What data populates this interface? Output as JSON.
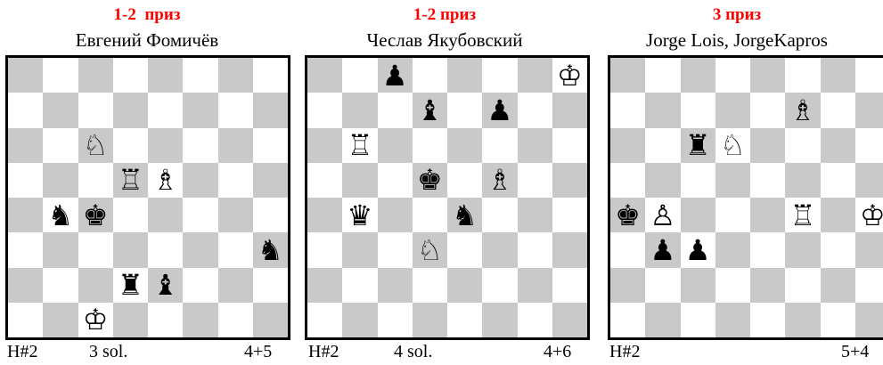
{
  "colors": {
    "prize": "#ff0000",
    "dark_square": "#c9c9c9",
    "light_square": "#ffffff",
    "border": "#000000"
  },
  "problems": [
    {
      "prize": "1-2  приз",
      "author": "Евгений Фомичёв",
      "stipulation": "H#2",
      "solutions": "3  sol.",
      "material": "4+5",
      "pieces": [
        {
          "sq": "c6",
          "glyph": "♘",
          "icon": "white-knight-icon"
        },
        {
          "sq": "d5",
          "glyph": "♖",
          "icon": "white-rook-icon"
        },
        {
          "sq": "e5",
          "glyph": "♗",
          "icon": "white-bishop-icon"
        },
        {
          "sq": "b4",
          "glyph": "♞",
          "icon": "black-knight-icon"
        },
        {
          "sq": "c4",
          "glyph": "♚",
          "icon": "black-king-icon"
        },
        {
          "sq": "h3",
          "glyph": "♞",
          "icon": "black-knight-icon"
        },
        {
          "sq": "d2",
          "glyph": "♜",
          "icon": "black-rook-icon"
        },
        {
          "sq": "e2",
          "glyph": "♝",
          "icon": "black-bishop-icon"
        },
        {
          "sq": "c1",
          "glyph": "♔",
          "icon": "white-king-icon"
        }
      ]
    },
    {
      "prize": "1-2 приз",
      "author": "Чеслав Якубовский",
      "stipulation": "H#2",
      "solutions": "4 sol.",
      "material": "4+6",
      "pieces": [
        {
          "sq": "h8",
          "glyph": "♔",
          "icon": "white-king-icon"
        },
        {
          "sq": "c8",
          "glyph": "♟",
          "icon": "black-pawn-icon"
        },
        {
          "sq": "d7",
          "glyph": "♝",
          "icon": "black-bishop-icon"
        },
        {
          "sq": "f7",
          "glyph": "♟",
          "icon": "black-pawn-icon"
        },
        {
          "sq": "b6",
          "glyph": "♖",
          "icon": "white-rook-icon"
        },
        {
          "sq": "d5",
          "glyph": "♚",
          "icon": "black-king-icon"
        },
        {
          "sq": "f5",
          "glyph": "♗",
          "icon": "white-bishop-icon"
        },
        {
          "sq": "b4",
          "glyph": "♛",
          "icon": "black-queen-icon"
        },
        {
          "sq": "e4",
          "glyph": "♞",
          "icon": "black-knight-icon"
        },
        {
          "sq": "d3",
          "glyph": "♘",
          "icon": "white-knight-icon"
        }
      ]
    },
    {
      "prize": "3 приз",
      "author": "Jorge Lois, JorgeKapros",
      "stipulation": "H#2",
      "solutions": "",
      "material": "5+4",
      "pieces": [
        {
          "sq": "f7",
          "glyph": "♗",
          "icon": "white-bishop-icon"
        },
        {
          "sq": "c6",
          "glyph": "♜",
          "icon": "black-rook-icon"
        },
        {
          "sq": "d6",
          "glyph": "♘",
          "icon": "white-knight-icon"
        },
        {
          "sq": "a4",
          "glyph": "♚",
          "icon": "black-king-icon"
        },
        {
          "sq": "b4",
          "glyph": "♙",
          "icon": "white-pawn-icon"
        },
        {
          "sq": "f4",
          "glyph": "♖",
          "icon": "white-rook-icon"
        },
        {
          "sq": "h4",
          "glyph": "♔",
          "icon": "white-king-icon"
        },
        {
          "sq": "b3",
          "glyph": "♟",
          "icon": "black-pawn-icon"
        },
        {
          "sq": "c3",
          "glyph": "♟",
          "icon": "black-pawn-icon"
        }
      ]
    }
  ]
}
